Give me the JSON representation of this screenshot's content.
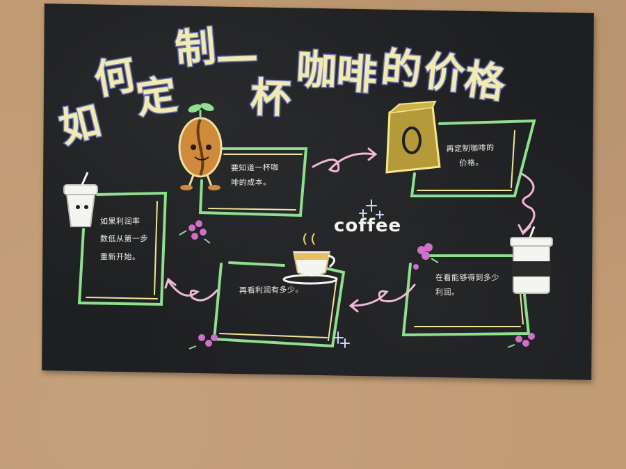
{
  "title": {
    "chars": [
      "如",
      "何",
      "定",
      "制",
      "一",
      "杯",
      "咖",
      "啡",
      "的",
      "价",
      "格"
    ]
  },
  "notes": {
    "step1": [
      "要知道一杯咖",
      "啡的成本。"
    ],
    "step2": [
      "再定制咖啡的",
      "价格。"
    ],
    "step3": [
      "在看能够得到多少",
      "利润。"
    ],
    "step4": [
      "再看利润有多少。"
    ],
    "step5": [
      "如果利润率",
      "数低从第一步",
      "重新开始。"
    ]
  },
  "coffee_word": "coffee",
  "colors": {
    "board": "#1e1f21",
    "wall": "#c19b74",
    "frame_green": "#8ee08e",
    "frame_yellow": "#f2e59a",
    "arrow_pink": "#f2b8d8",
    "title_fill": "#f2ebb0",
    "title_outline": "#6f74b8"
  }
}
